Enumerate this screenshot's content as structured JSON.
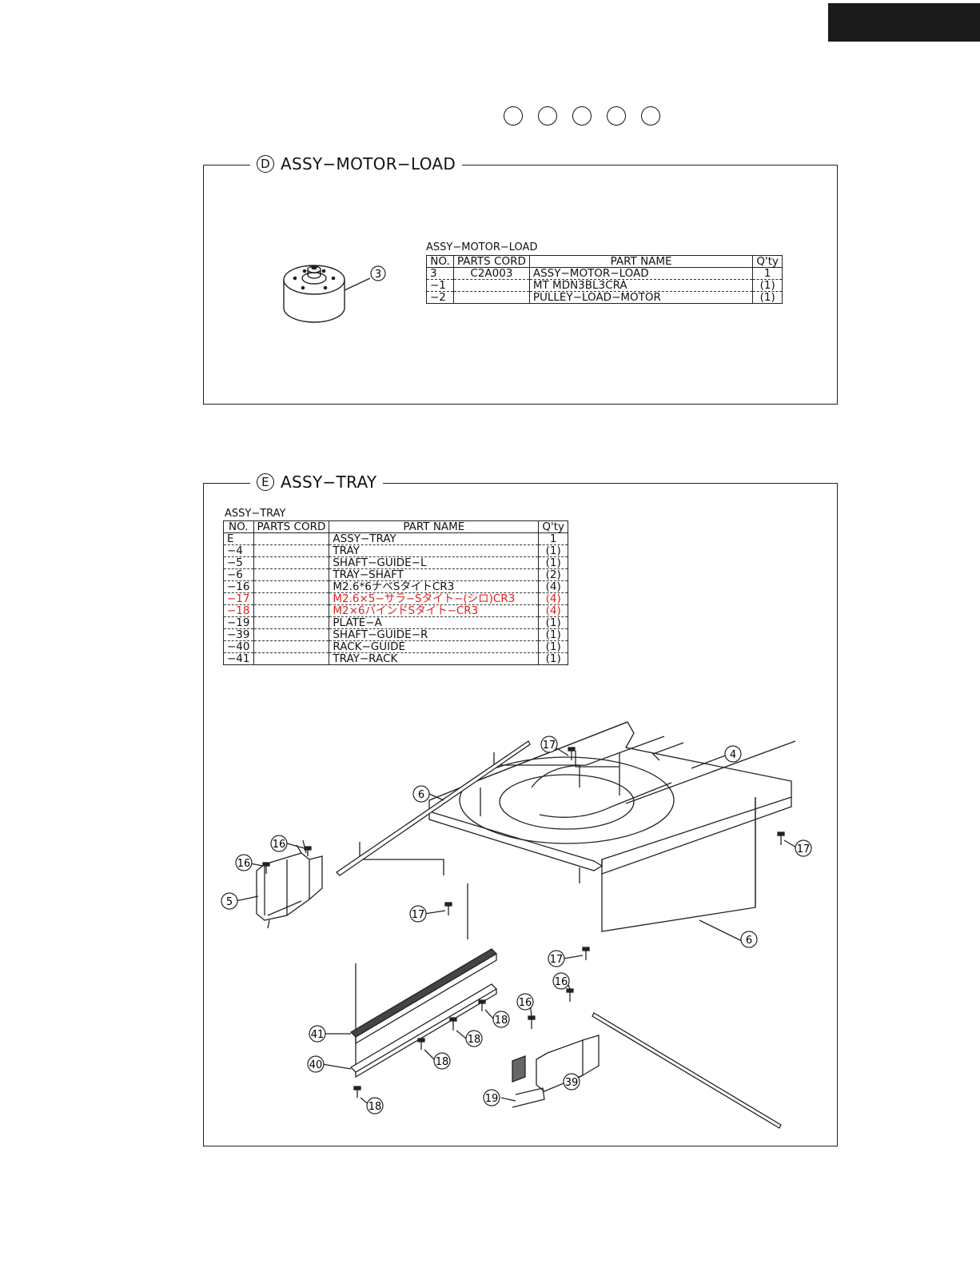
{
  "indicator_circles": [
    "",
    "",
    "",
    "",
    ""
  ],
  "panel_d": {
    "letter": "D",
    "title": "ASSY−MOTOR−LOAD",
    "table_caption": "ASSY−MOTOR−LOAD",
    "headers": {
      "no": "NO.",
      "code": "PARTS CORD",
      "name": "PART NAME",
      "qty": "Q'ty"
    },
    "rows": [
      {
        "no": "3",
        "code": "C2A003",
        "name": "ASSY−MOTOR−LOAD",
        "qty": "1"
      },
      {
        "no": "−1",
        "code": "",
        "name": "MT MDN3BL3CRA",
        "qty": "(1)"
      },
      {
        "no": "−2",
        "code": "",
        "name": "PULLEY−LOAD−MOTOR",
        "qty": "(1)"
      }
    ],
    "callout": "3"
  },
  "panel_e": {
    "letter": "E",
    "title": "ASSY−TRAY",
    "table_caption": "ASSY−TRAY",
    "headers": {
      "no": "NO.",
      "code": "PARTS CORD",
      "name": "PART NAME",
      "qty": "Q'ty"
    },
    "rows": [
      {
        "no": "E",
        "code": "",
        "name": "ASSY−TRAY",
        "qty": "1"
      },
      {
        "no": "−4",
        "code": "",
        "name": "TRAY",
        "qty": "(1)"
      },
      {
        "no": "−5",
        "code": "",
        "name": "SHAFT−GUIDE−L",
        "qty": "(1)"
      },
      {
        "no": "−6",
        "code": "",
        "name": "TRAY−SHAFT",
        "qty": "(2)"
      },
      {
        "no": "−16",
        "code": "",
        "name": "M2.6*6ナベSタイトCR3",
        "qty": "(4)"
      },
      {
        "no": "−17",
        "code": "",
        "name": "M2.6×5−サラ−Sタイト−(シロ)CR3",
        "qty": "(4)",
        "highlight": true
      },
      {
        "no": "−18",
        "code": "",
        "name": "M2×6バインドSタイト−CR3",
        "qty": "(4)",
        "highlight": true
      },
      {
        "no": "−19",
        "code": "",
        "name": "PLATE−A",
        "qty": "(1)"
      },
      {
        "no": "−39",
        "code": "",
        "name": "SHAFT−GUIDE−R",
        "qty": "(1)"
      },
      {
        "no": "−40",
        "code": "",
        "name": "RACK−GUIDE",
        "qty": "(1)"
      },
      {
        "no": "−41",
        "code": "",
        "name": "TRAY−RACK",
        "qty": "(1)"
      }
    ],
    "callouts": {
      "c17a": "17",
      "c4": "4",
      "c6a": "6",
      "c16a": "16",
      "c16b": "16",
      "c5": "5",
      "c17b": "17",
      "c17c": "17",
      "c6b": "6",
      "c17d": "17",
      "c16c": "16",
      "c16d": "16",
      "c18a": "18",
      "c41": "41",
      "c18b": "18",
      "c40": "40",
      "c18c": "18",
      "c39": "39",
      "c18d": "18",
      "c19": "19"
    }
  },
  "colors": {
    "highlight": "#e02020",
    "line": "#222222",
    "page_tab": "#1a1a1a"
  }
}
